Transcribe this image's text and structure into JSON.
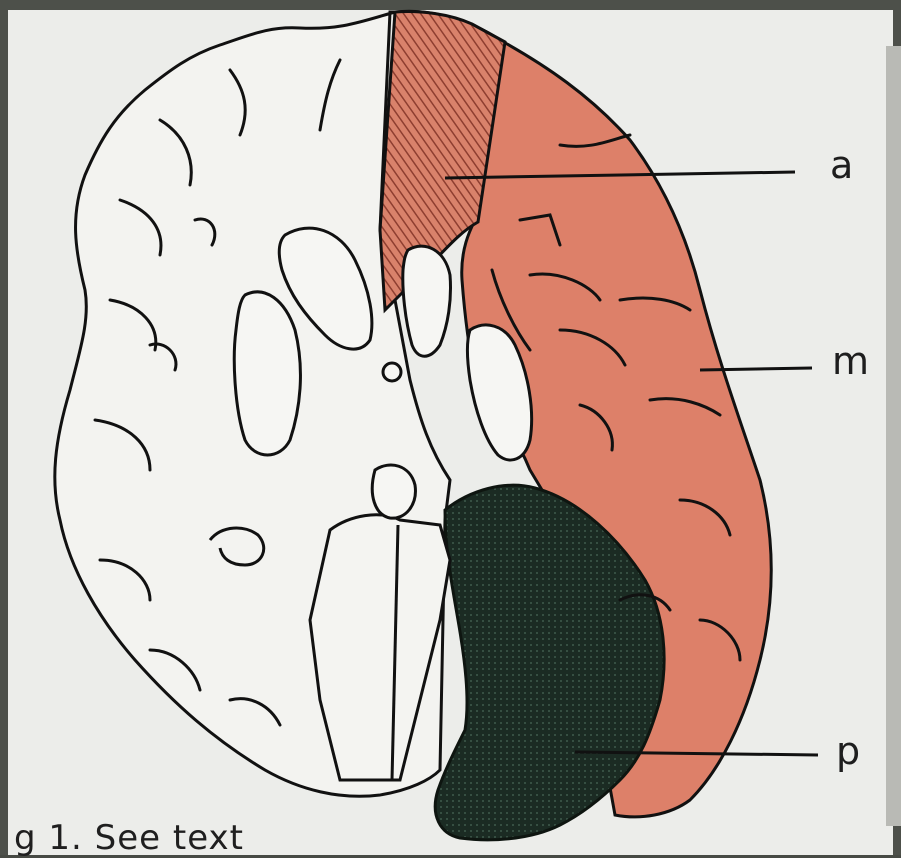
{
  "figure": {
    "labels": {
      "a": "a",
      "m": "m",
      "p": "p"
    },
    "caption": "g 1. See text"
  },
  "colors": {
    "medial_region": "#dd8069",
    "anterior_region_hatch": "#a04c3c",
    "posterior_region": "#1b2b23",
    "outline": "#111111",
    "paper": "#ecedea"
  }
}
